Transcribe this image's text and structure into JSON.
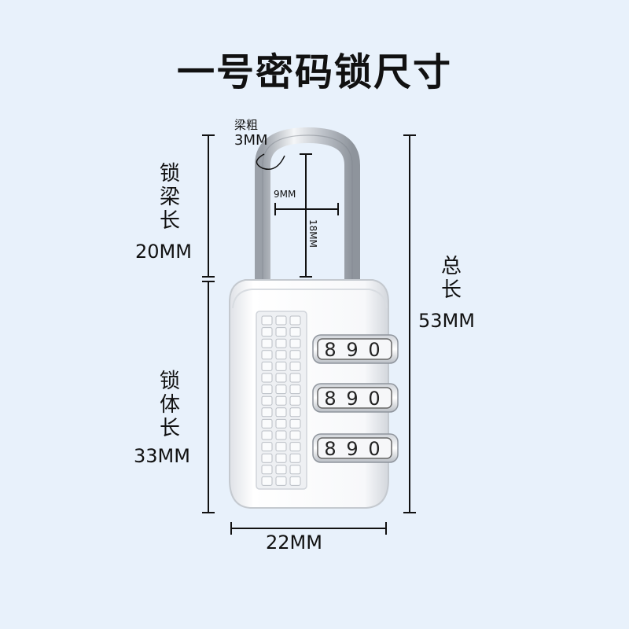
{
  "title": "一号密码锁尺寸",
  "labels": {
    "shackle_thickness": "梁粗",
    "shackle_thickness_value": "3MM",
    "inner_width": "9MM",
    "inner_height": "18MM",
    "shackle_length_label": "锁梁长",
    "shackle_length_value": "20MM",
    "body_length_label": "锁体长",
    "body_length_value": "33MM",
    "total_length_label": "总长",
    "total_length_value": "53MM",
    "body_width": "22MM"
  },
  "dials": [
    [
      "8",
      "9",
      "0"
    ],
    [
      "8",
      "9",
      "0"
    ],
    [
      "8",
      "9",
      "0"
    ]
  ],
  "colors": {
    "background": "#e8f1fb",
    "lock_body": "#f4f5f8",
    "shackle": "#c9ccd2"
  }
}
